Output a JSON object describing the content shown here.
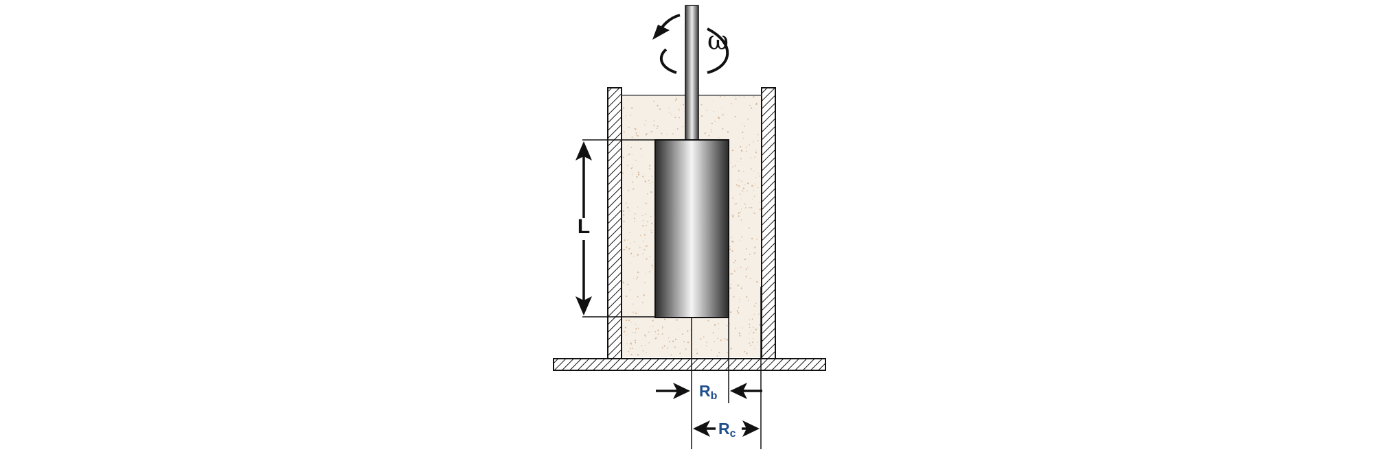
{
  "labels": {
    "omega": "ω",
    "length": "L",
    "bob_radius_main": "R",
    "bob_radius_sub": "b",
    "cup_radius_main": "R",
    "cup_radius_sub": "c"
  },
  "colors": {
    "background": "#ffffff",
    "fluid": "#f5efe6",
    "fluid_speckle": "#d7b89a",
    "line": "#111111",
    "radius_label": "#1f4e8c",
    "bob_dark": "#2a2a2a",
    "bob_light": "#f4f4f4"
  }
}
